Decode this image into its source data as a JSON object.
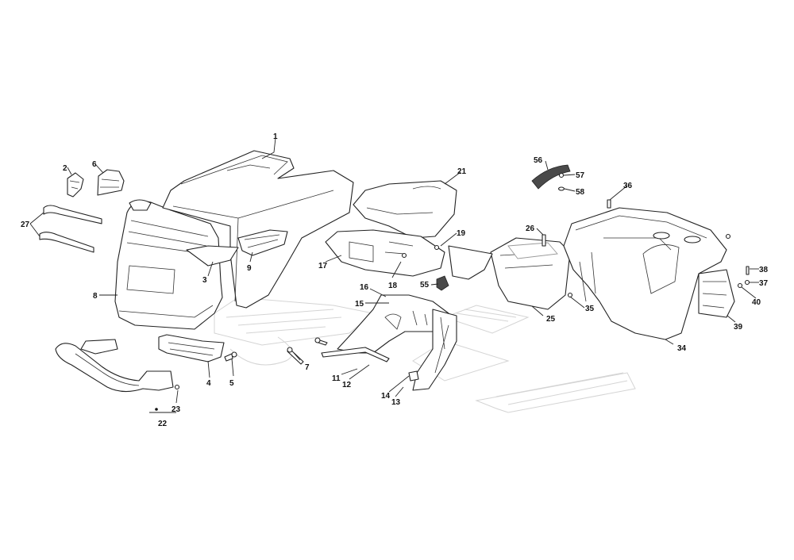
{
  "callouts": [
    {
      "id": "c1",
      "label": "1"
    },
    {
      "id": "c2",
      "label": "2"
    },
    {
      "id": "c3",
      "label": "3"
    },
    {
      "id": "c4",
      "label": "4"
    },
    {
      "id": "c5",
      "label": "5"
    },
    {
      "id": "c6",
      "label": "6"
    },
    {
      "id": "c7",
      "label": "7"
    },
    {
      "id": "c8",
      "label": "8"
    },
    {
      "id": "c9",
      "label": "9"
    },
    {
      "id": "c11",
      "label": "11"
    },
    {
      "id": "c12",
      "label": "12"
    },
    {
      "id": "c13",
      "label": "13"
    },
    {
      "id": "c14",
      "label": "14"
    },
    {
      "id": "c15",
      "label": "15"
    },
    {
      "id": "c16",
      "label": "16"
    },
    {
      "id": "c17",
      "label": "17"
    },
    {
      "id": "c18",
      "label": "18"
    },
    {
      "id": "c19",
      "label": "19"
    },
    {
      "id": "c21",
      "label": "21"
    },
    {
      "id": "c22",
      "label": "22"
    },
    {
      "id": "c23",
      "label": "23"
    },
    {
      "id": "c25",
      "label": "25"
    },
    {
      "id": "c26",
      "label": "26"
    },
    {
      "id": "c27",
      "label": "27"
    },
    {
      "id": "c34",
      "label": "34"
    },
    {
      "id": "c35",
      "label": "35"
    },
    {
      "id": "c36",
      "label": "36"
    },
    {
      "id": "c37",
      "label": "37"
    },
    {
      "id": "c38",
      "label": "38"
    },
    {
      "id": "c39",
      "label": "39"
    },
    {
      "id": "c40",
      "label": "40"
    },
    {
      "id": "c55",
      "label": "55"
    },
    {
      "id": "c56",
      "label": "56"
    },
    {
      "id": "c57",
      "label": "57"
    },
    {
      "id": "c58",
      "label": "58"
    }
  ]
}
